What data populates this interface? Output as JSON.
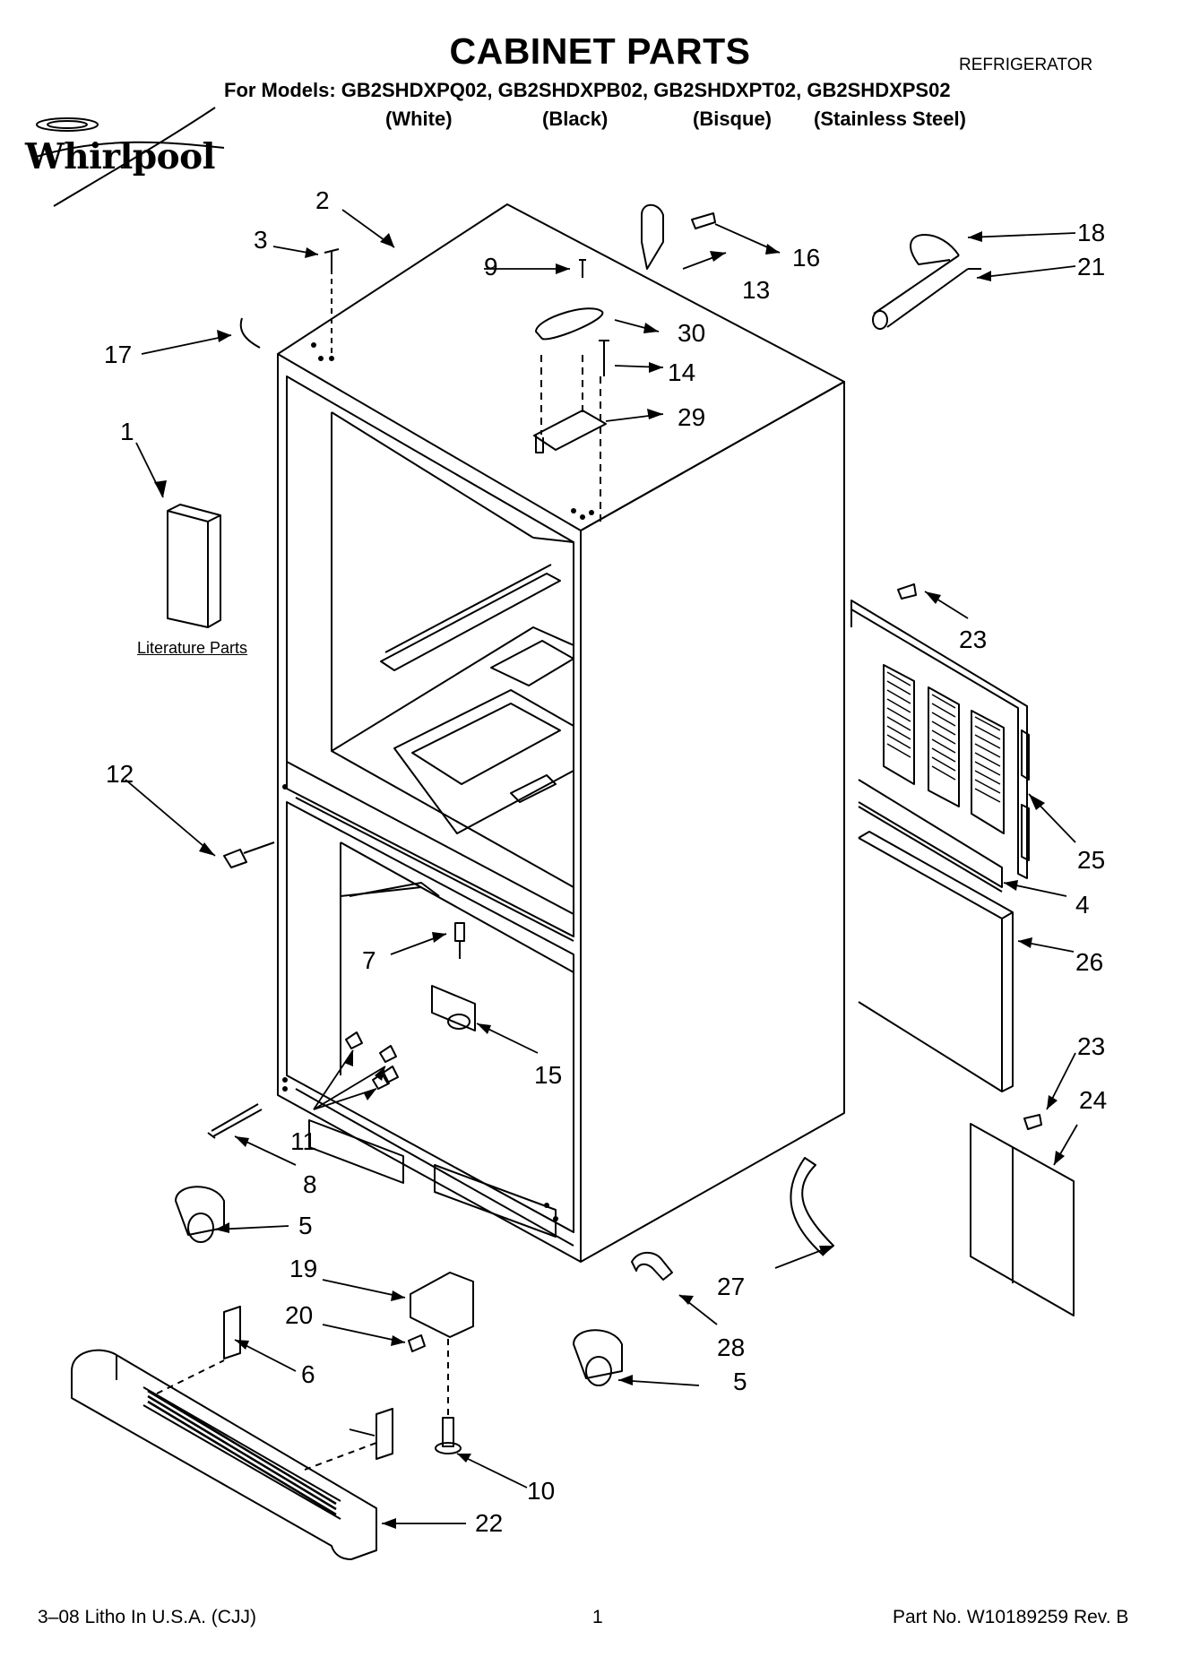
{
  "header": {
    "title": "CABINET PARTS",
    "category": "REFRIGERATOR",
    "models_line": "For Models: GB2SHDXPQ02, GB2SHDXPB02, GB2SHDXPT02, GB2SHDXPS02",
    "colors": [
      "(White)",
      "(Black)",
      "(Bisque)",
      "(Stainless Steel)"
    ],
    "brand": "Whirlpool"
  },
  "labels": {
    "literature": "Literature Parts"
  },
  "callouts": [
    "1",
    "2",
    "3",
    "4",
    "5",
    "5",
    "6",
    "7",
    "8",
    "9",
    "10",
    "11",
    "12",
    "13",
    "14",
    "15",
    "16",
    "17",
    "18",
    "19",
    "20",
    "21",
    "22",
    "23",
    "23",
    "24",
    "25",
    "26",
    "27",
    "28",
    "29",
    "30"
  ],
  "footer": {
    "left": "3–08 Litho In U.S.A. (CJJ)",
    "page": "1",
    "right": "Part No. W10189259 Rev. B"
  }
}
